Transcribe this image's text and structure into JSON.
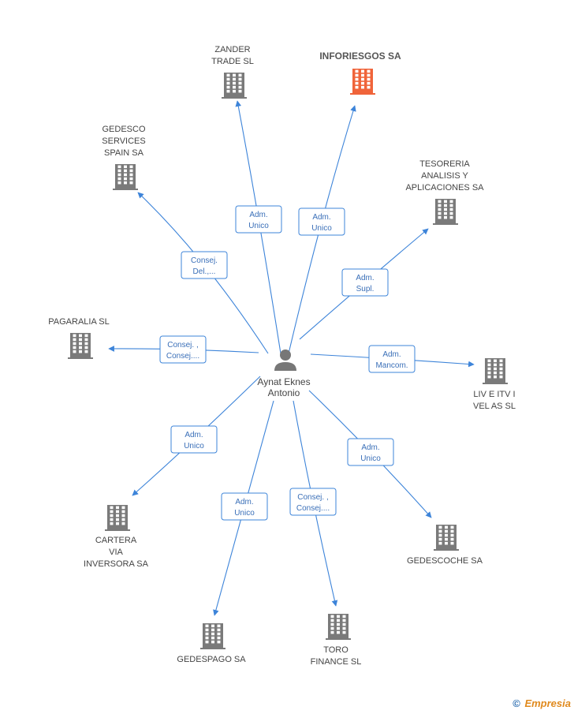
{
  "center": {
    "label_lines": [
      "Aynat Eknes",
      "Antonio"
    ],
    "icon": "person-icon"
  },
  "companies": [
    {
      "id": "zander",
      "lines": [
        "ZANDER",
        "TRADE SL"
      ],
      "highlight": false
    },
    {
      "id": "inforiesgos",
      "lines": [
        "INFORIESGOS SA"
      ],
      "highlight": true
    },
    {
      "id": "gedesco",
      "lines": [
        "GEDESCO",
        "SERVICES",
        "SPAIN SA"
      ],
      "highlight": false
    },
    {
      "id": "tesoreria",
      "lines": [
        "TESORERIA",
        "ANALISIS Y",
        "APLICACIONES SA"
      ],
      "highlight": false
    },
    {
      "id": "pagaralia",
      "lines": [
        "PAGARALIA SL"
      ],
      "highlight": false
    },
    {
      "id": "live",
      "lines": [
        "LIV E ITV I",
        "VEL AS SL"
      ],
      "highlight": false
    },
    {
      "id": "cartera",
      "lines": [
        "CARTERA",
        "VIA",
        "INVERSORA SA"
      ],
      "highlight": false
    },
    {
      "id": "gedescoche",
      "lines": [
        "GEDESCOCHE SA"
      ],
      "highlight": false
    },
    {
      "id": "gedespago",
      "lines": [
        "GEDESPAGO SA"
      ],
      "highlight": false
    },
    {
      "id": "toro",
      "lines": [
        "TORO",
        "FINANCE  SL"
      ],
      "highlight": false
    }
  ],
  "relations": [
    {
      "to": "zander",
      "role": [
        "Adm.",
        "Unico"
      ]
    },
    {
      "to": "inforiesgos",
      "role": [
        "Adm.",
        "Unico"
      ]
    },
    {
      "to": "gedesco",
      "role": [
        "Consej.",
        "Del.,..."
      ]
    },
    {
      "to": "tesoreria",
      "role": [
        "Adm.",
        "Supl."
      ]
    },
    {
      "to": "pagaralia",
      "role": [
        "Consej. ,",
        "Consej...."
      ]
    },
    {
      "to": "live",
      "role": [
        "Adm.",
        "Mancom."
      ]
    },
    {
      "to": "cartera",
      "role": [
        "Adm.",
        "Unico"
      ]
    },
    {
      "to": "gedescoche",
      "role": [
        "Adm.",
        "Unico"
      ]
    },
    {
      "to": "gedespago",
      "role": [
        "Adm.",
        "Unico"
      ]
    },
    {
      "to": "toro",
      "role": [
        "Consej. ,",
        "Consej...."
      ]
    }
  ],
  "colors": {
    "building": "#7a7a7a",
    "building_highlight": "#f0643a",
    "edge": "#3d84d9",
    "person": "#777777"
  },
  "footer": {
    "copyright": "©",
    "brand": "Empresia"
  }
}
